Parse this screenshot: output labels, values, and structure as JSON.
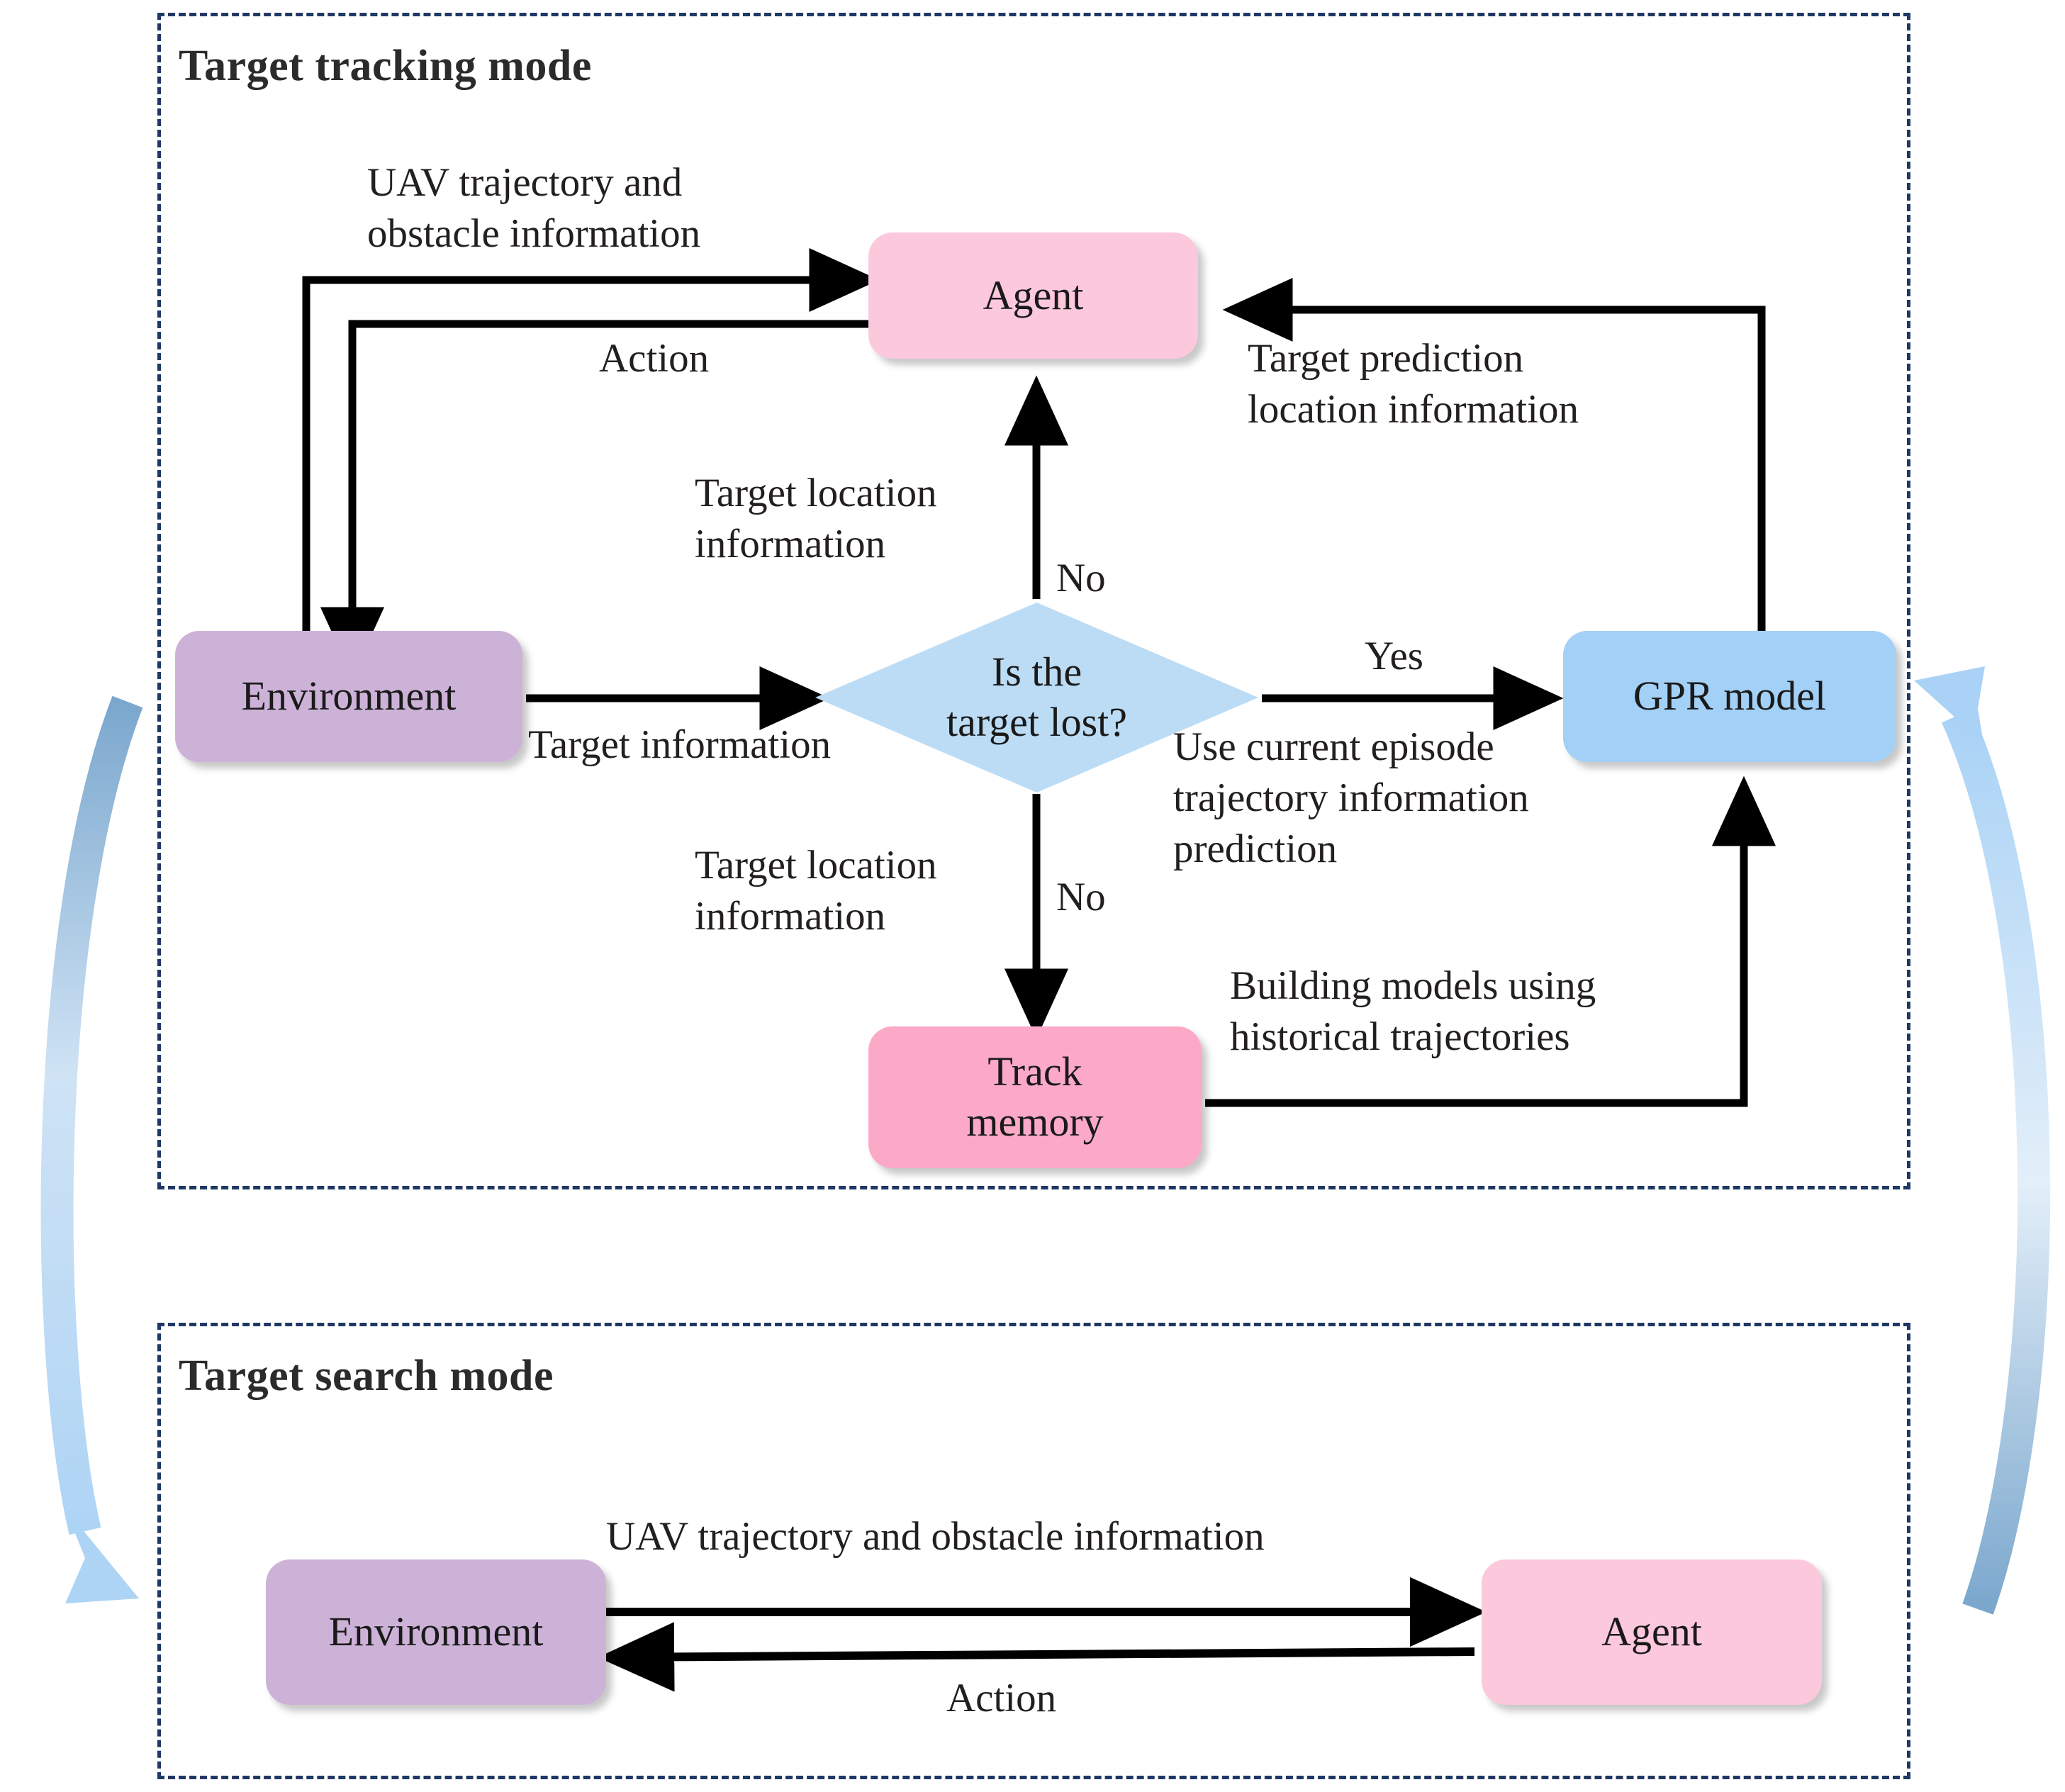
{
  "sections": {
    "tracking": {
      "title": "Target tracking mode"
    },
    "search": {
      "title": "Target search mode"
    }
  },
  "nodes": {
    "agent_top": {
      "label": "Agent"
    },
    "environment_top": {
      "label": "Environment"
    },
    "gpr_model": {
      "label": "GPR model"
    },
    "track_memory": {
      "label": "Track\nmemory"
    },
    "decision": {
      "line1": "Is the",
      "line2": "target lost?"
    },
    "environment_bottom": {
      "label": "Environment"
    },
    "agent_bottom": {
      "label": "Agent"
    }
  },
  "edge_labels": {
    "uav_trajectory_top": "UAV trajectory and\nobstacle information",
    "action_top": "Action",
    "target_location_agent": "Target location\ninformation",
    "target_prediction": "Target prediction\nlocation information",
    "target_information": "Target  information",
    "yes": "Yes",
    "no_up": "No",
    "no_down": "No",
    "use_current_episode": "Use current episode\ntrajectory information\nprediction",
    "target_location_track": "Target location\ninformation",
    "building_models": "Building models using\nhistorical trajectories",
    "uav_trajectory_bottom": "UAV trajectory and obstacle information",
    "action_bottom": "Action"
  },
  "colors": {
    "agent_fill": "#fcc8dc",
    "environment_fill": "#cdb2d8",
    "gpr_fill": "#a3d0f7",
    "track_fill": "#fca9c8",
    "decision_fill": "#bcdcf5",
    "dashed_border": "#1f3864",
    "arrow_black": "#000000",
    "cycle_arrow_light": "#aed4f5",
    "cycle_arrow_dark": "#7ba7cd"
  },
  "cycle_arrows": {
    "left": {
      "name": "tracking-to-search-arrow",
      "direction": "down"
    },
    "right": {
      "name": "search-to-tracking-arrow",
      "direction": "up"
    }
  }
}
